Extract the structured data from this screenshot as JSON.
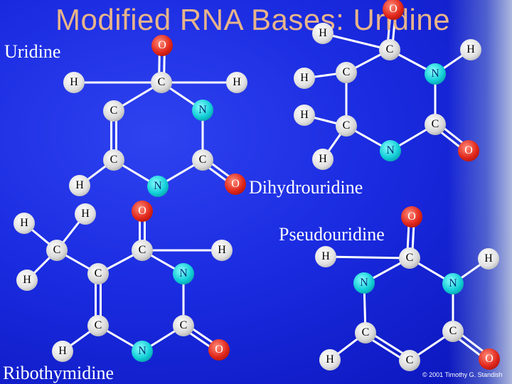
{
  "title": "Modified RNA Bases: Uridine",
  "labels": {
    "uridine": "Uridine",
    "dihydrouridine": "Dihydrouridine",
    "pseudouridine": "Pseudouridine",
    "ribothymidine": "Ribothymidine"
  },
  "copyright": "© 2001 Timothy G. Standish",
  "atom_types": {
    "H": "H",
    "C": "C",
    "N": "N",
    "O": "O"
  },
  "colors": {
    "background": "#1a2be0",
    "title": "#e8b48a",
    "hydrogen": "#e2e2e2",
    "carbon": "#d8d8d8",
    "nitrogen": "#10cdd6",
    "oxygen": "#e0261a",
    "bond": "#ffffff"
  }
}
